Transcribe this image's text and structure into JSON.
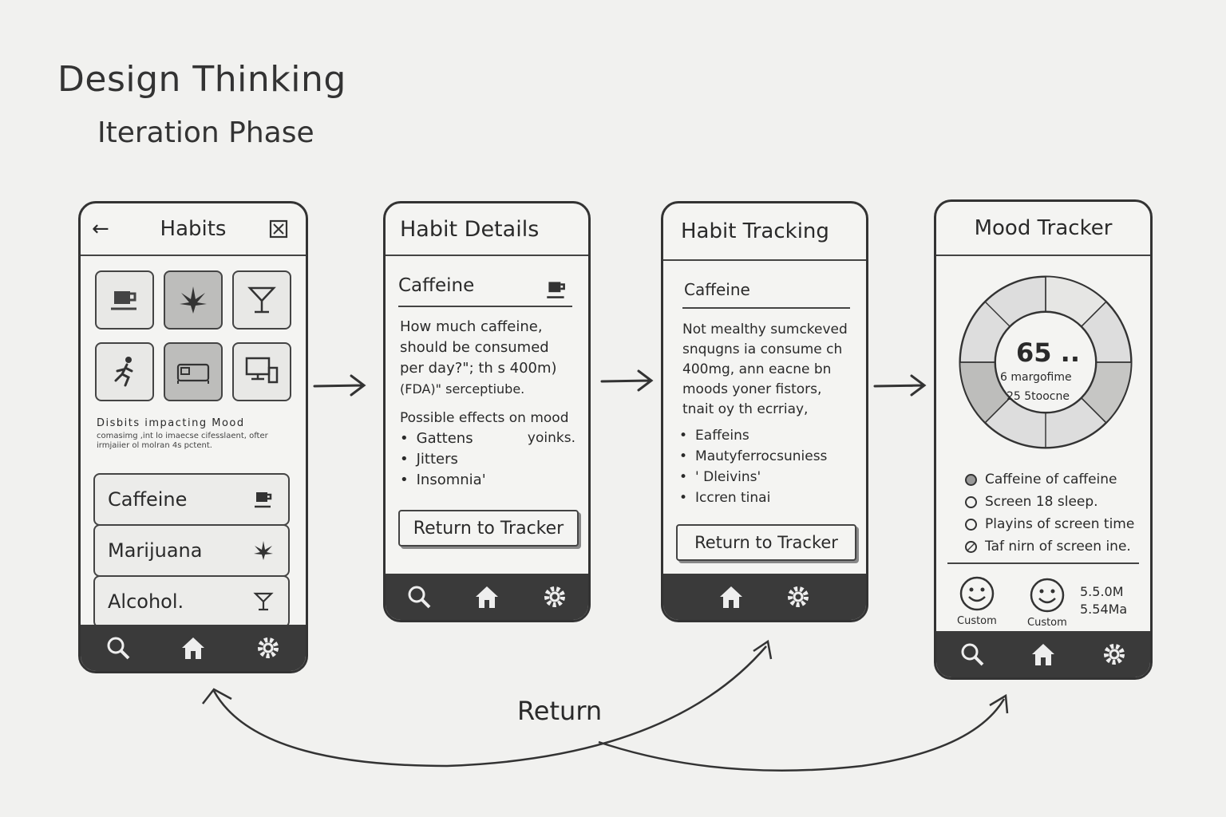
{
  "title": "Design Thinking",
  "subtitle": "Iteration Phase",
  "flow_label": "Return",
  "screen_habits": {
    "back_glyph": "←",
    "title": "Habits",
    "tiles": [
      {
        "icon": "cup-icon"
      },
      {
        "icon": "leaf-icon"
      },
      {
        "icon": "cocktail-icon"
      },
      {
        "icon": "runner-icon"
      },
      {
        "icon": "bed-icon"
      },
      {
        "icon": "screen-icon"
      }
    ],
    "caption": "Disbits impacting Mood",
    "note": "comasimg ,int lo imaecse cifesslaent, ofter irmjaiier ol molran 4s pctent.",
    "list": [
      {
        "label": "Caffeine",
        "icon": "cup-icon"
      },
      {
        "label": "Marijuana",
        "icon": "leaf-icon"
      },
      {
        "label": "Alcohol.",
        "icon": "cocktail-icon"
      }
    ]
  },
  "screen_details": {
    "title": "Habit Details",
    "section": "Caffeine",
    "question_lines": [
      "How much caffeine,",
      "should be consumed",
      "per day?\"; th s 400m)",
      "(FDA)\" serceptiube."
    ],
    "effects_heading": "Possible effects on mood",
    "effects": [
      "Gattens",
      "Jitters",
      "Insomnia'"
    ],
    "effects_side": "yoinks.",
    "button": "Return to Tracker"
  },
  "screen_tracking": {
    "title": "Habit Tracking",
    "section": "Caffeine",
    "para_lines": [
      "Not mealthy sumckeved",
      "snqugns ia consume ch",
      "400mg, ann eacne bn",
      "moods yoner fistors,",
      "tnait oy th ecrriay,"
    ],
    "bullets": [
      "Eaffeins",
      "Mautyferrocsuniess",
      "' Dleivins'",
      "Iccren tinai"
    ],
    "button": "Return to Tracker"
  },
  "screen_mood": {
    "title": "Mood Tracker",
    "score": "65 ..",
    "line1": "6 margofime",
    "line2": "25 5toocne",
    "legend": [
      {
        "label": "Caffeine of caffeine",
        "style": "filled"
      },
      {
        "label": "Screen 18 sleep.",
        "style": "empty"
      },
      {
        "label": "Playins of screen time",
        "style": "empty"
      },
      {
        "label": "Taf nirn of screen ine.",
        "style": "slash"
      }
    ],
    "faces": [
      "Custom",
      "Custom"
    ],
    "metrics": [
      "5.5.0M",
      "5.54Ma"
    ]
  },
  "colors": {
    "ink": "#333333",
    "paper": "#f1f1ef",
    "nav": "#3a3a3a"
  }
}
